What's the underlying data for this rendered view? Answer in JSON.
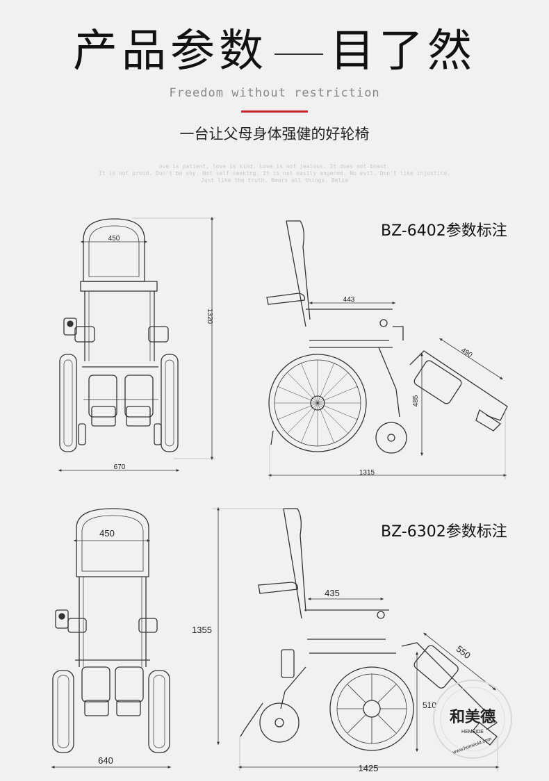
{
  "header": {
    "title_left": "产品参数",
    "title_right": "目了然",
    "subtitle_en": "Freedom without restriction",
    "slogan": "一台让父母身体强健的好轮椅",
    "fine_print": [
      "ove is patient, love is kind. Love is not jealous. It does not boast.",
      "It is not proud. Don't be shy. Not self-seeking. It is not easily angered. No evil. Don't like injustice.",
      "Just like the truth. Bears all things. Belie"
    ]
  },
  "model_1": {
    "label": "BZ-6402参数标注",
    "front_back_width": "450",
    "front_height": "1320",
    "front_width": "670",
    "side_seat_depth": "443",
    "side_leg_length": "490",
    "side_seat_height": "485",
    "side_length": "1315"
  },
  "model_2": {
    "label": "BZ-6302参数标注",
    "front_back_width": "450",
    "front_height": "1355",
    "front_width": "640",
    "side_seat_depth": "435",
    "side_leg_length": "550",
    "side_seat_height": "510",
    "side_length": "1425"
  },
  "watermark": {
    "text": "和美德",
    "subtext": "HEMEIDE",
    "url": "www.homeold.com"
  },
  "colors": {
    "accent": "#c9202a",
    "background": "#f1f1f1",
    "line": "#333333"
  }
}
